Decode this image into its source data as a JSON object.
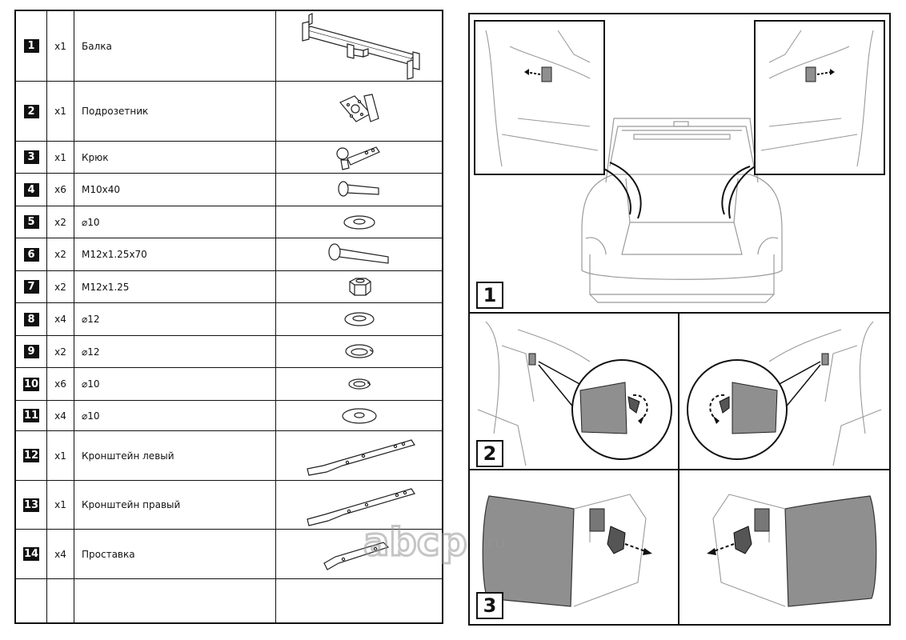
{
  "parts": [
    {
      "num": "1",
      "qty": "x1",
      "name": "Балка",
      "icon": "tow-beam-icon"
    },
    {
      "num": "2",
      "qty": "x1",
      "name": "Подрозетник",
      "icon": "socket-bracket-icon"
    },
    {
      "num": "3",
      "qty": "x1",
      "name": "Крюк",
      "icon": "tow-ball-hook-icon"
    },
    {
      "num": "4",
      "qty": "x6",
      "name": "M10x40",
      "icon": "bolt-icon"
    },
    {
      "num": "5",
      "qty": "x2",
      "name": "⌀10",
      "icon": "washer-icon"
    },
    {
      "num": "6",
      "qty": "x2",
      "name": "M12x1.25x70",
      "icon": "long-bolt-icon"
    },
    {
      "num": "7",
      "qty": "x2",
      "name": "M12x1.25",
      "icon": "hex-nut-icon"
    },
    {
      "num": "8",
      "qty": "x4",
      "name": "⌀12",
      "icon": "washer-icon"
    },
    {
      "num": "9",
      "qty": "x2",
      "name": "⌀12",
      "icon": "spring-washer-icon"
    },
    {
      "num": "10",
      "qty": "x6",
      "name": "⌀10",
      "icon": "spring-washer-icon"
    },
    {
      "num": "11",
      "qty": "x4",
      "name": "⌀10",
      "icon": "large-washer-icon"
    },
    {
      "num": "12",
      "qty": "x1",
      "name": "Кронштейн левый",
      "icon": "left-bracket-icon"
    },
    {
      "num": "13",
      "qty": "x1",
      "name": "Кронштейн правый",
      "icon": "right-bracket-icon"
    },
    {
      "num": "14",
      "qty": "x4",
      "name": "Проставка",
      "icon": "spacer-plate-icon"
    },
    {
      "num": "",
      "qty": "",
      "name": "",
      "icon": ""
    }
  ],
  "steps": {
    "step1": "1",
    "step2": "2",
    "step3": "3"
  },
  "watermark": {
    "brand": "abcp",
    "tld": ".ru"
  },
  "colors": {
    "line": "#111111",
    "panel_fill": "#8f8f8f",
    "light_line": "#9a9a9a"
  }
}
